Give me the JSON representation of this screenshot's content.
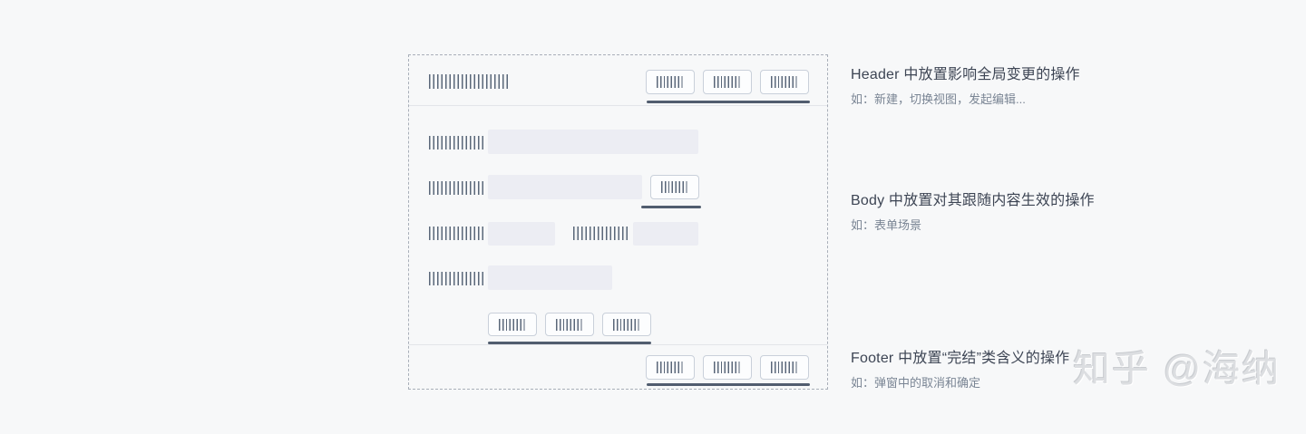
{
  "wireframe": {
    "description": "dialog layout wireframe with header, body form and footer placeholder controls",
    "header": {
      "button_count": 3
    },
    "body": {
      "rows": [
        {
          "type": "label-and-wide-input"
        },
        {
          "type": "label-input-with-button"
        },
        {
          "type": "two-label-input-pairs"
        },
        {
          "type": "label-and-medium-input"
        },
        {
          "type": "button-row",
          "button_count": 3
        }
      ]
    },
    "footer": {
      "button_count": 3
    }
  },
  "annotations": [
    {
      "title": "Header 中放置影响全局变更的操作",
      "example": "如：新建，切换视图，发起编辑..."
    },
    {
      "title": "Body 中放置对其跟随内容生效的操作",
      "example": "如：表单场景"
    },
    {
      "title": "Footer 中放置“完结”类含义的操作",
      "example": "如：弹窗中的取消和确定"
    }
  ],
  "watermark": "知乎 @海纳",
  "colors": {
    "background": "#f7f8f9",
    "bar_placeholder": "#5a6779",
    "button_border": "#c9d0da",
    "input_fill": "#ecedf3",
    "highlight_underline": "#515d6f",
    "divider": "#e3e5e9",
    "dashed_border": "#a9afb9",
    "annotation_title": "#3d4554",
    "annotation_example": "#7a8594",
    "watermark": "#dcdee1"
  }
}
